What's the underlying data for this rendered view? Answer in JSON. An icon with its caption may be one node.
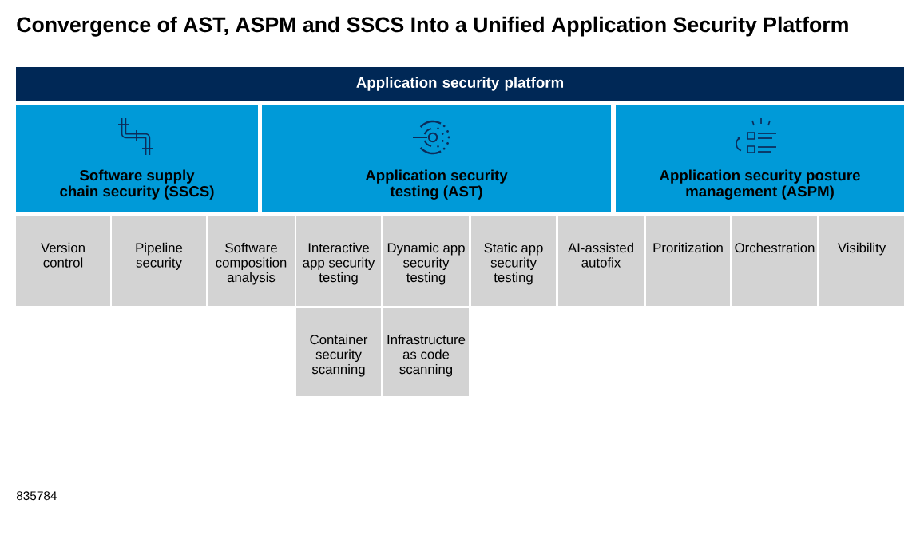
{
  "diagram": {
    "title": "Convergence of AST, ASPM and SSCS Into a Unified Application Security Platform",
    "nodes": [
      {
        "text": [
          "Application security platform"
        ]
      },
      {
        "text": [
          "Software supply chain security (SSCS)"
        ]
      },
      {
        "text": [
          "Application security testing (AST)"
        ]
      },
      {
        "text": [
          "Application security posture management (ASPM)"
        ]
      },
      {
        "text": [
          "Version control"
        ]
      },
      {
        "text": [
          "Pipeline security"
        ]
      },
      {
        "text": [
          "Software composition analysis"
        ]
      },
      {
        "text": [
          "Interactive app security testing"
        ]
      },
      {
        "text": [
          "Dynamic app security testing"
        ]
      },
      {
        "text": [
          "Static app security testing"
        ]
      },
      {
        "text": [
          "AI-assisted autofix"
        ]
      },
      {
        "text": [
          "Proritization"
        ]
      },
      {
        "text": [
          "Orchestration"
        ]
      },
      {
        "text": [
          "Visibility"
        ]
      },
      {
        "text": [
          "Container security scanning"
        ]
      },
      {
        "text": [
          "Infrastructure as code scanning"
        ]
      }
    ],
    "labels": [
      "835784"
    ]
  }
}
